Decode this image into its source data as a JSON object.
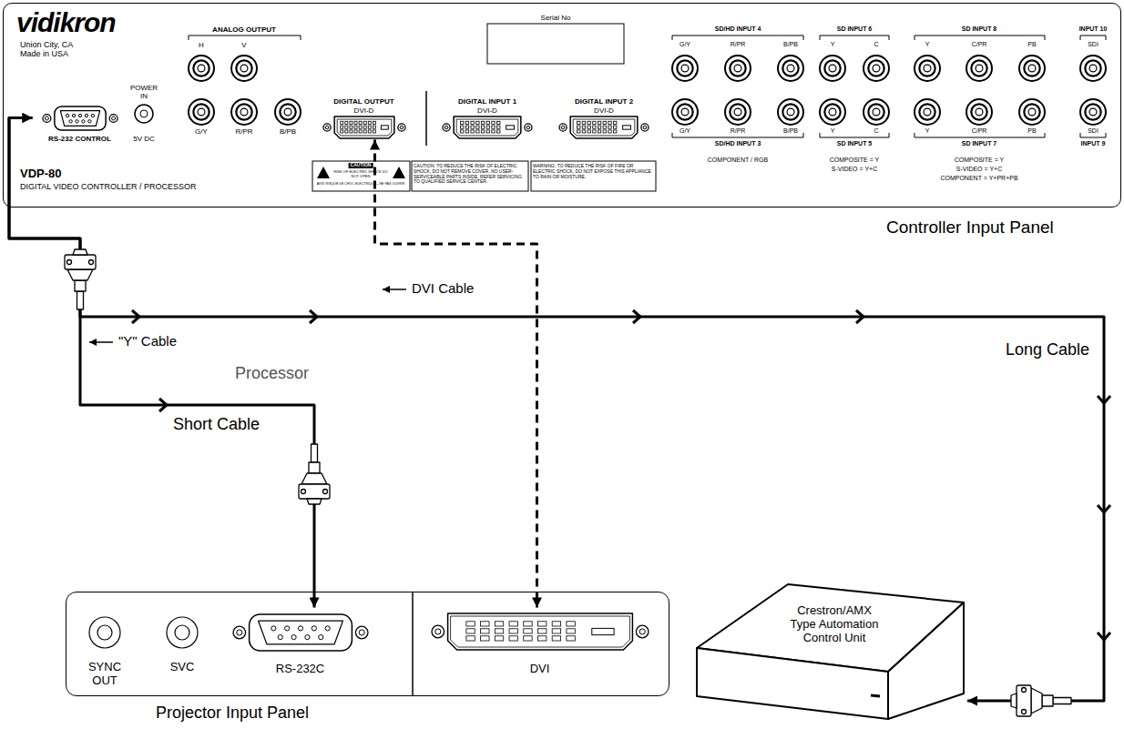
{
  "diagram": {
    "nodes": [
      {
        "text": [
          "Controller Input Panel"
        ]
      },
      {
        "text": [
          "RS-232 CONTROL"
        ],
        "in": 0
      },
      {
        "text": [
          "DIGITAL OUTPUT",
          "DVI-D"
        ],
        "in": 0
      },
      {
        "text": [
          "Projector Input Panel"
        ]
      },
      {
        "text": [
          "RS-232C"
        ],
        "in": 3
      },
      {
        "text": [
          "DVI"
        ],
        "in": 3
      },
      {
        "text": [
          "Crestron/AMX Type Automation Control Unit"
        ]
      }
    ],
    "edges": [
      {
        "from": 2,
        "to": 5,
        "arrow": "both"
      },
      {
        "from": 1,
        "to": 4,
        "arrow": "both"
      },
      {
        "from": 1,
        "to": 6,
        "arrow": "both"
      }
    ],
    "labels": [
      "vidikron",
      "Union City, CA",
      "Made in USA",
      "ANALOG OUTPUT",
      "H",
      "V",
      "G/Y",
      "R/PR",
      "B/PB",
      "POWER IN",
      "5V DC",
      "VDP-80",
      "DIGITAL VIDEO CONTROLLER / PROCESSOR",
      "Serial No",
      "DIGITAL INPUT 1",
      "DVI-D",
      "DIGITAL INPUT 2",
      "DVI-D",
      "CAUTION",
      "RISK OF ELECTRIC SHOCK DO NOT OPEN",
      "AVIS: RISQUE DE CHOC ELECTRIQUE—NE PAS OUVRIR",
      "CAUTION: TO REDUCE THE RISK OF ELECTRIC SHOCK, DO NOT REMOVE COVER. NO USER-SERVICEABLE PARTS INSIDE. REFER SERVICING TO QUALIFIED SERVICE CENTER.",
      "WARNING: TO REDUCE THE RISK OF FIRE OR ELECTRIC SHOCK, DO NOT EXPOSE THIS APPLIANCE TO RAIN OR MOISTURE.",
      "SD/HD INPUT 4",
      "G/Y",
      "R/PR",
      "B/PB",
      "G/Y",
      "R/PR",
      "B/PB",
      "SD/HD INPUT 3",
      "COMPONENT / RGB",
      "SD INPUT 6",
      "Y",
      "C",
      "Y",
      "C",
      "SD INPUT 5",
      "COMPOSITE = Y",
      "S-VIDEO = Y+C",
      "SD INPUT 8",
      "Y",
      "C/PR",
      "PB",
      "Y",
      "C/PR",
      "PB",
      "SD INPUT 7",
      "COMPOSITE = Y",
      "S-VIDEO = Y+C",
      "COMPONENT = Y+PR+PB",
      "INPUT 10",
      "SDI",
      "SDI",
      "INPUT 9",
      "SYNC OUT",
      "SVC",
      "\"Y\" Cable",
      "Processor",
      "Short Cable",
      "DVI Cable",
      "Long Cable"
    ]
  }
}
